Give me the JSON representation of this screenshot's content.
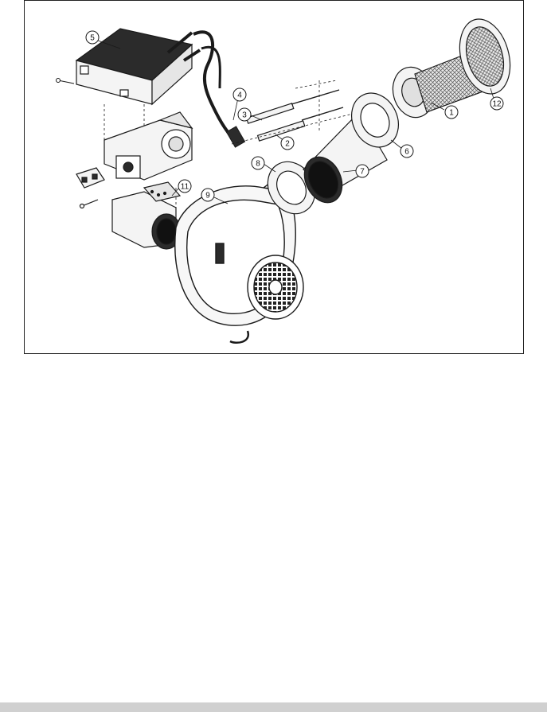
{
  "figure": {
    "callouts": [
      {
        "id": "1",
        "label": "1"
      },
      {
        "id": "2",
        "label": "2"
      },
      {
        "id": "3",
        "label": "3"
      },
      {
        "id": "4",
        "label": "4"
      },
      {
        "id": "5",
        "label": "5"
      },
      {
        "id": "6",
        "label": "6"
      },
      {
        "id": "7",
        "label": "7"
      },
      {
        "id": "8",
        "label": "8"
      },
      {
        "id": "9",
        "label": "9"
      },
      {
        "id": "11",
        "label": "11"
      },
      {
        "id": "12",
        "label": "12"
      }
    ]
  },
  "colors": {
    "line": "#1a1a1a",
    "dark_fill": "#2b2b2b",
    "light_fill": "#f4f4f4",
    "footer_bar": "#d0d0d0"
  }
}
